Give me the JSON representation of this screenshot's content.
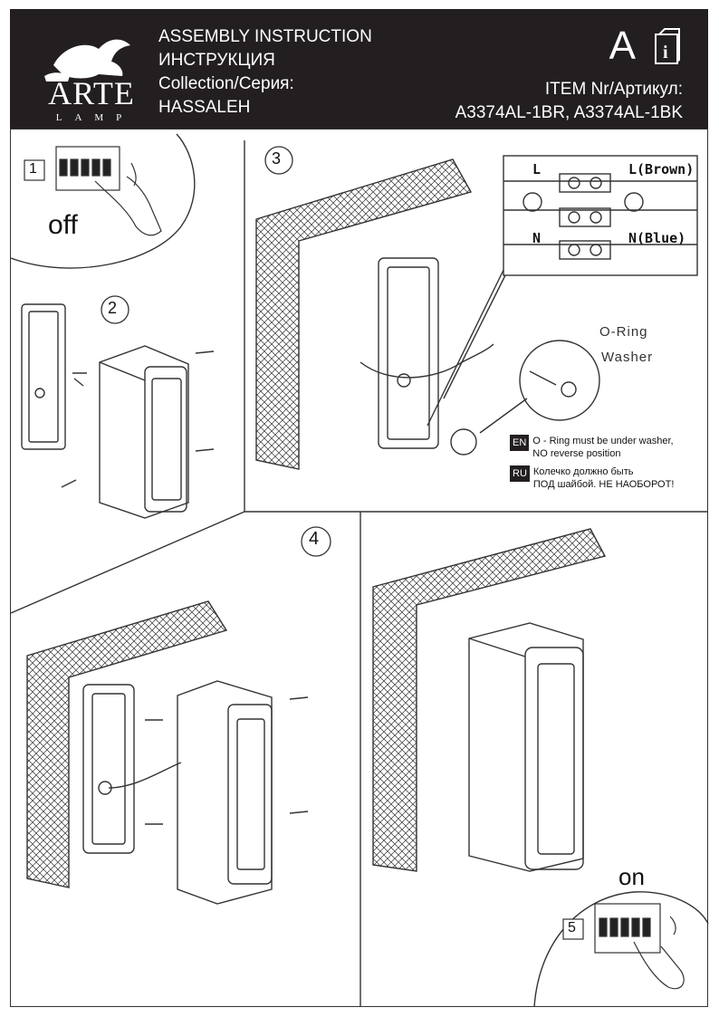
{
  "header": {
    "brand": "ARTE",
    "brand_sub": "LAMP",
    "line1": "ASSEMBLY INSTRUCTION",
    "line2": "ИНСТРУКЦИЯ",
    "line3": "Collection/Серия:",
    "line4": "HASSALEH",
    "letter": "A",
    "item_label": "ITEM Nr/Артикул:",
    "item_value": "A3374AL-1BR, A3374AL-1BK"
  },
  "steps": {
    "s1": "1",
    "s2": "2",
    "s3": "3",
    "s4": "4",
    "s5": "5",
    "off": "off",
    "on": "on"
  },
  "wiring": {
    "l": "L",
    "l_brown": "L(Brown)",
    "n": "N",
    "n_blue": "N(Blue)"
  },
  "ring": {
    "oring": "O-Ring",
    "washer": "Washer"
  },
  "notes": {
    "en_tag": "EN",
    "en_line1": "O - Ring must be under washer,",
    "en_line2": "NO reverse position",
    "ru_tag": "RU",
    "ru_line1": "Колечко должно быть",
    "ru_line2": "ПОД шайбой. НЕ НАОБОРОТ!"
  },
  "colors": {
    "header_bg": "#231f20",
    "line": "#333333"
  },
  "icons": [
    "lion-logo-icon",
    "info-booklet-icon",
    "screw-icon",
    "rotate-arrow-icon",
    "ground-symbol-icon"
  ]
}
